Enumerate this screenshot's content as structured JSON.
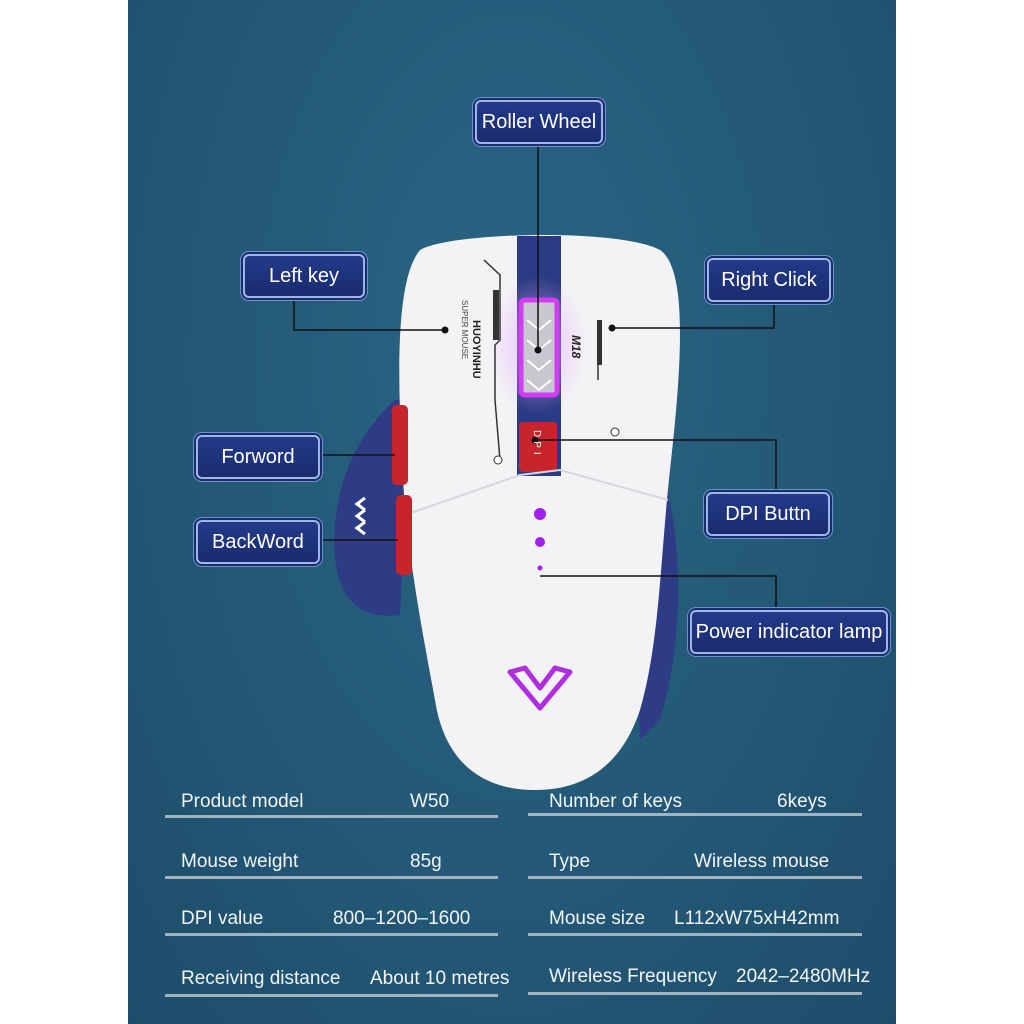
{
  "callouts": {
    "roller_wheel": "Roller Wheel",
    "left_key": "Left key",
    "right_click": "Right Click",
    "forword": "Forword",
    "backword": "BackWord",
    "dpi_button": "DPI Buttn",
    "power_lamp": "Power indicator lamp"
  },
  "mouse_print": {
    "brand": "HUOYINHU",
    "sub": "SUPER MOUSE",
    "model": "M18",
    "dpi_key": "DPI"
  },
  "specs": [
    {
      "label": "Product model",
      "value": "W50"
    },
    {
      "label": "Number of keys",
      "value": "6keys"
    },
    {
      "label": "Mouse weight",
      "value": "85g"
    },
    {
      "label": "Type",
      "value": "Wireless mouse"
    },
    {
      "label": "DPI  value",
      "value": "800–1200–1600"
    },
    {
      "label": "Mouse size",
      "value": "L112xW75xH42mm"
    },
    {
      "label": "Receiving distance",
      "value": "About 10 metres"
    },
    {
      "label": "Wireless Frequency",
      "value": "2042–2480MHz"
    }
  ],
  "colors": {
    "background": "#245a78",
    "mouse_body": "#f4f4f6",
    "accent_navy": "#2b3a84",
    "accent_red": "#c8242c",
    "led": "#c03cf0"
  }
}
